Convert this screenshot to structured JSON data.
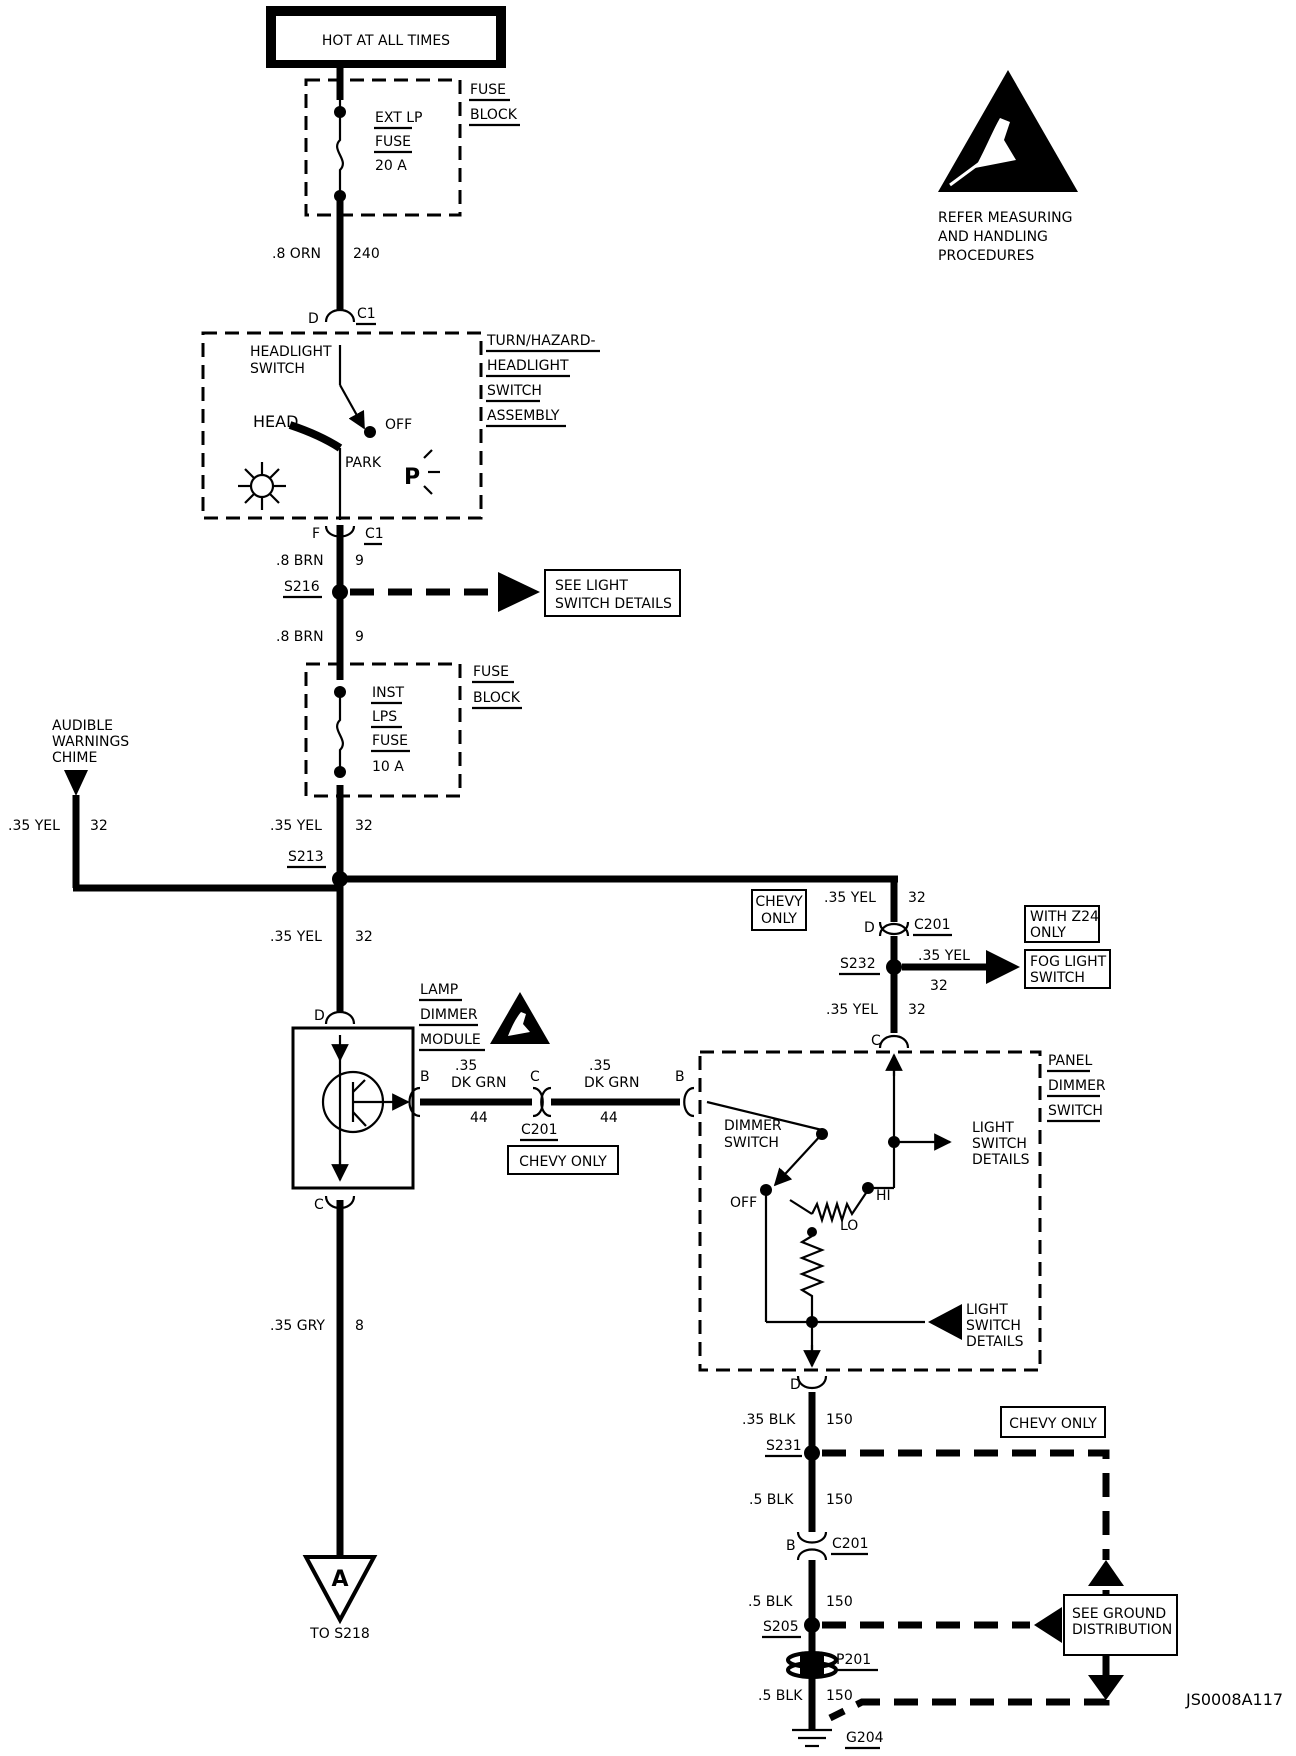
{
  "diagram_id": "JS0008A117",
  "top_box": "HOT AT ALL TIMES",
  "esd": {
    "line1": "REFER MEASURING",
    "line2": "AND HANDLING",
    "line3": "PROCEDURES"
  },
  "fuse1": {
    "name1": "EXT LP",
    "name2": "FUSE",
    "rating": "20 A",
    "block1": "FUSE",
    "block2": "BLOCK"
  },
  "fuse2": {
    "name1": "INST",
    "name2": "LPS",
    "name3": "FUSE",
    "rating": "10 A",
    "block1": "FUSE",
    "block2": "BLOCK"
  },
  "wires": {
    "w240": {
      "size": ".8 ORN",
      "circuit": "240"
    },
    "w9a": {
      "size": ".8 BRN",
      "circuit": "9"
    },
    "w9b": {
      "size": ".8 BRN",
      "circuit": "9"
    },
    "w32_left": {
      "size": ".35 YEL",
      "circuit": "32"
    },
    "w32_main": {
      "size": ".35 YEL",
      "circuit": "32"
    },
    "w32_below": {
      "size": ".35 YEL",
      "circuit": "32"
    },
    "w32_right": {
      "size": ".35 YEL",
      "circuit": "32"
    },
    "w32_fog": {
      "size": ".35 YEL",
      "circuit": "32"
    },
    "w32_panel": {
      "size": ".35 YEL",
      "circuit": "32"
    },
    "w44a": {
      "size1": ".35",
      "size2": "DK GRN",
      "circuit": "44"
    },
    "w44b": {
      "size1": ".35",
      "size2": "DK GRN",
      "circuit": "44"
    },
    "w8": {
      "size": ".35 GRY",
      "circuit": "8"
    },
    "w150a": {
      "size": ".35 BLK",
      "circuit": "150"
    },
    "w150b": {
      "size": ".5 BLK",
      "circuit": "150"
    },
    "w150c": {
      "size": ".5 BLK",
      "circuit": "150"
    },
    "w150d": {
      "size": ".5 BLK",
      "circuit": "150"
    }
  },
  "connectors": {
    "c1_top": {
      "pin": "D",
      "name": "C1"
    },
    "c1_bot": {
      "pin": "F",
      "name": "C1"
    },
    "c201_d": {
      "pin": "D",
      "name": "C201"
    },
    "c201_c": {
      "pin": "C",
      "name": "C201"
    },
    "c201_b": {
      "pin": "B",
      "name": "C201"
    },
    "ldm_d": "D",
    "ldm_b": "B",
    "ldm_c": "C",
    "panel_b": "B",
    "panel_c": "C",
    "panel_d": "D"
  },
  "splices": {
    "s216": "S216",
    "s213": "S213",
    "s232": "S232",
    "s231": "S231",
    "s205": "S205"
  },
  "headlight_switch": {
    "title1": "TURN/HAZARD-",
    "title2": "HEADLIGHT",
    "title3": "SWITCH",
    "title4": "ASSEMBLY",
    "label1": "HEADLIGHT",
    "label2": "SWITCH",
    "head": "HEAD",
    "off": "OFF",
    "park": "PARK",
    "p_symbol": "P"
  },
  "see_light_switch": {
    "line1": "SEE LIGHT",
    "line2": "SWITCH DETAILS"
  },
  "chime": {
    "line1": "AUDIBLE",
    "line2": "WARNINGS",
    "line3": "CHIME"
  },
  "chevy_only_1": {
    "line1": "CHEVY",
    "line2": "ONLY"
  },
  "chevy_only_2": "CHEVY ONLY",
  "chevy_only_3": "CHEVY ONLY",
  "with_z24": {
    "line1": "WITH Z24",
    "line2": "ONLY"
  },
  "fog_switch": {
    "line1": "FOG LIGHT",
    "line2": "SWITCH"
  },
  "lamp_dimmer": {
    "line1": "LAMP",
    "line2": "DIMMER",
    "line3": "MODULE"
  },
  "panel_dimmer": {
    "title1": "PANEL",
    "title2": "DIMMER",
    "title3": "SWITCH",
    "label1": "DIMMER",
    "label2": "SWITCH",
    "off": "OFF",
    "hi": "HI",
    "lo": "LO"
  },
  "light_details_1": {
    "line1": "LIGHT",
    "line2": "SWITCH",
    "line3": "DETAILS"
  },
  "light_details_2": {
    "line1": "LIGHT",
    "line2": "SWITCH",
    "line3": "DETAILS"
  },
  "ground_dist": {
    "line1": "SEE GROUND",
    "line2": "DISTRIBUTION"
  },
  "p201": "P201",
  "g204": "G204",
  "off_page": {
    "letter": "A",
    "label": "TO  S218"
  }
}
